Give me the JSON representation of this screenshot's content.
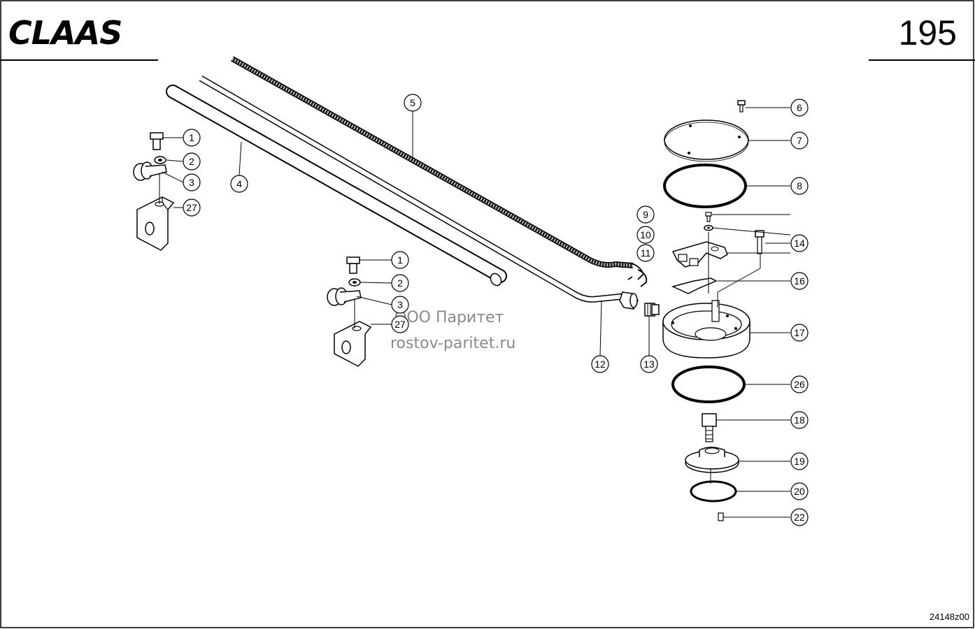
{
  "header": {
    "brand": "CLAAS",
    "page_number": "195"
  },
  "watermark": {
    "line1": "ООО Паритет",
    "line2": "rostov-paritet.ru"
  },
  "footer": {
    "drawing_code": "24148z00"
  },
  "callouts": [
    {
      "id": "c1a",
      "label": "1"
    },
    {
      "id": "c2a",
      "label": "2"
    },
    {
      "id": "c3a",
      "label": "3"
    },
    {
      "id": "c27a",
      "label": "27"
    },
    {
      "id": "c4",
      "label": "4"
    },
    {
      "id": "c5",
      "label": "5"
    },
    {
      "id": "c1b",
      "label": "1"
    },
    {
      "id": "c2b",
      "label": "2"
    },
    {
      "id": "c3b",
      "label": "3"
    },
    {
      "id": "c27b",
      "label": "27"
    },
    {
      "id": "c12",
      "label": "12"
    },
    {
      "id": "c13",
      "label": "13"
    },
    {
      "id": "c6",
      "label": "6"
    },
    {
      "id": "c7",
      "label": "7"
    },
    {
      "id": "c8",
      "label": "8"
    },
    {
      "id": "c9",
      "label": "9"
    },
    {
      "id": "c10",
      "label": "10"
    },
    {
      "id": "c11",
      "label": "11"
    },
    {
      "id": "c14",
      "label": "14"
    },
    {
      "id": "c16",
      "label": "16"
    },
    {
      "id": "c17",
      "label": "17"
    },
    {
      "id": "c26",
      "label": "26"
    },
    {
      "id": "c18",
      "label": "18"
    },
    {
      "id": "c19",
      "label": "19"
    },
    {
      "id": "c20",
      "label": "20"
    },
    {
      "id": "c22",
      "label": "22"
    }
  ]
}
